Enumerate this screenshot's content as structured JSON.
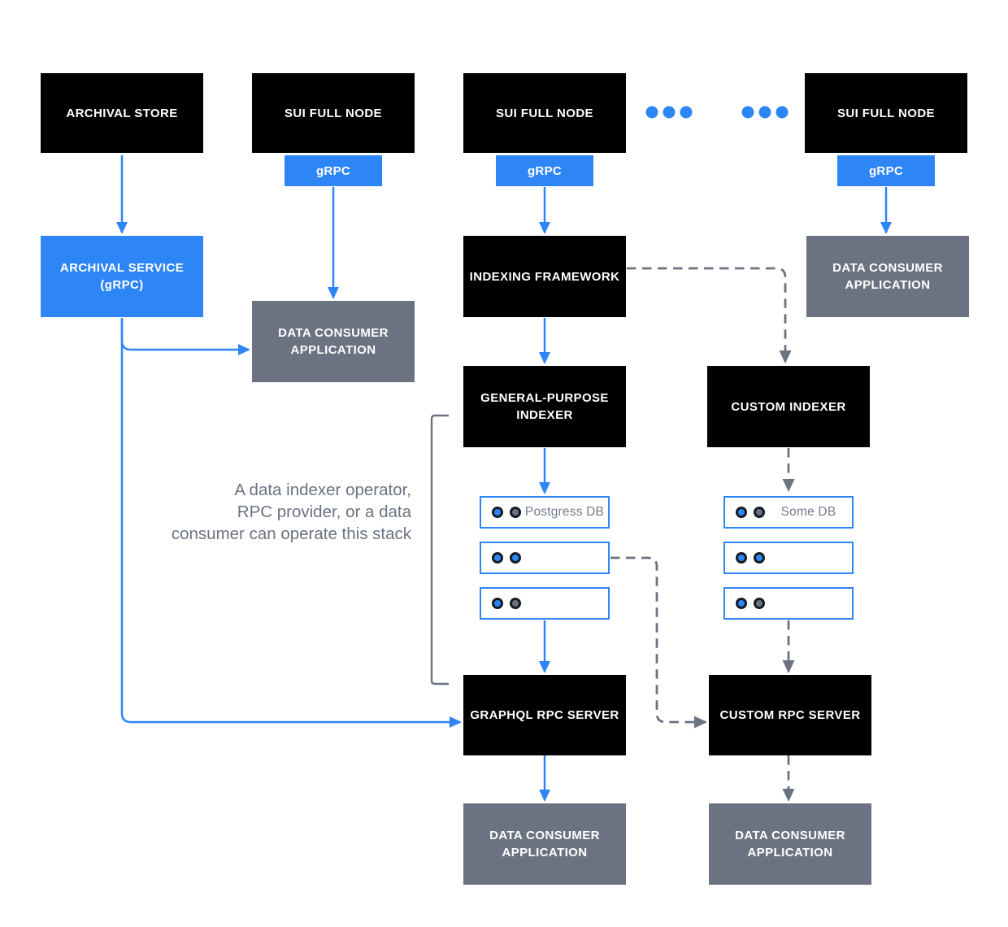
{
  "colors": {
    "accent_blue": "#2E86F6",
    "slate_gray_box": "#6B7383",
    "line_gray": "#6B7280",
    "box_black": "#000000",
    "db_border_blue": "#2E86F6",
    "db_text_gray": "#747D8A",
    "label_white": "#FFFFFF"
  },
  "nodes": {
    "archival_store": {
      "label": "ARCHIVAL STORE"
    },
    "sui_full_node_1": {
      "label": "SUI FULL NODE",
      "port": "gRPC"
    },
    "sui_full_node_2": {
      "label": "SUI FULL NODE",
      "port": "gRPC"
    },
    "sui_full_node_3": {
      "label": "SUI FULL NODE",
      "port": "gRPC"
    },
    "archival_service": {
      "label": "ARCHIVAL SERVICE\n(gRPC)"
    },
    "data_consumer_app_left": {
      "label": "DATA CONSUMER\nAPPLICATION"
    },
    "indexing_framework": {
      "label": "INDEXING FRAMEWORK"
    },
    "data_consumer_app_top_right": {
      "label": "DATA CONSUMER\nAPPLICATION"
    },
    "general_purpose_indexer": {
      "label": "GENERAL-PURPOSE\nINDEXER"
    },
    "custom_indexer": {
      "label": "CUSTOM INDEXER"
    },
    "postgres_db": {
      "label": "Postgress DB"
    },
    "some_db": {
      "label": "Some DB"
    },
    "graphql_rpc_server": {
      "label": "GRAPHQL RPC SERVER"
    },
    "custom_rpc_server": {
      "label": "CUSTOM RPC SERVER"
    },
    "data_consumer_app_bottom_left": {
      "label": "DATA CONSUMER\nAPPLICATION"
    },
    "data_consumer_app_bottom_right": {
      "label": "DATA CONSUMER\nAPPLICATION"
    }
  },
  "annotation": {
    "text": "A data indexer operator,\nRPC provider, or a data\nconsumer can operate this stack"
  }
}
